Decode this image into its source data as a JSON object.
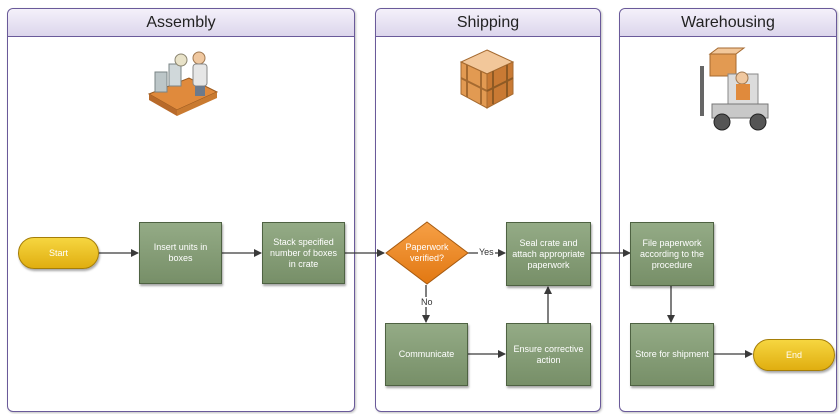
{
  "lanes": [
    {
      "title": "Assembly"
    },
    {
      "title": "Shipping"
    },
    {
      "title": "Warehousing"
    }
  ],
  "nodes": {
    "start": "Start",
    "insert_units": "Insert units in boxes",
    "stack_boxes": "Stack specified number of boxes in crate",
    "paperwork_verified": "Paperwork verified?",
    "seal_crate": "Seal crate and attach appropriate paperwork",
    "communicate": "Communicate",
    "ensure_action": "Ensure corrective action",
    "file_paperwork": "File paperwork according to the procedure",
    "store_shipment": "Store for shipment",
    "end": "End"
  },
  "edge_labels": {
    "yes": "Yes",
    "no": "No"
  },
  "icons": [
    "assembly-worker-icon",
    "crate-icon",
    "forklift-icon"
  ],
  "colors": {
    "process": "#839a74",
    "terminal": "#ecc327",
    "decision": "#ef8a22",
    "lane_border": "#6a5a9a"
  }
}
